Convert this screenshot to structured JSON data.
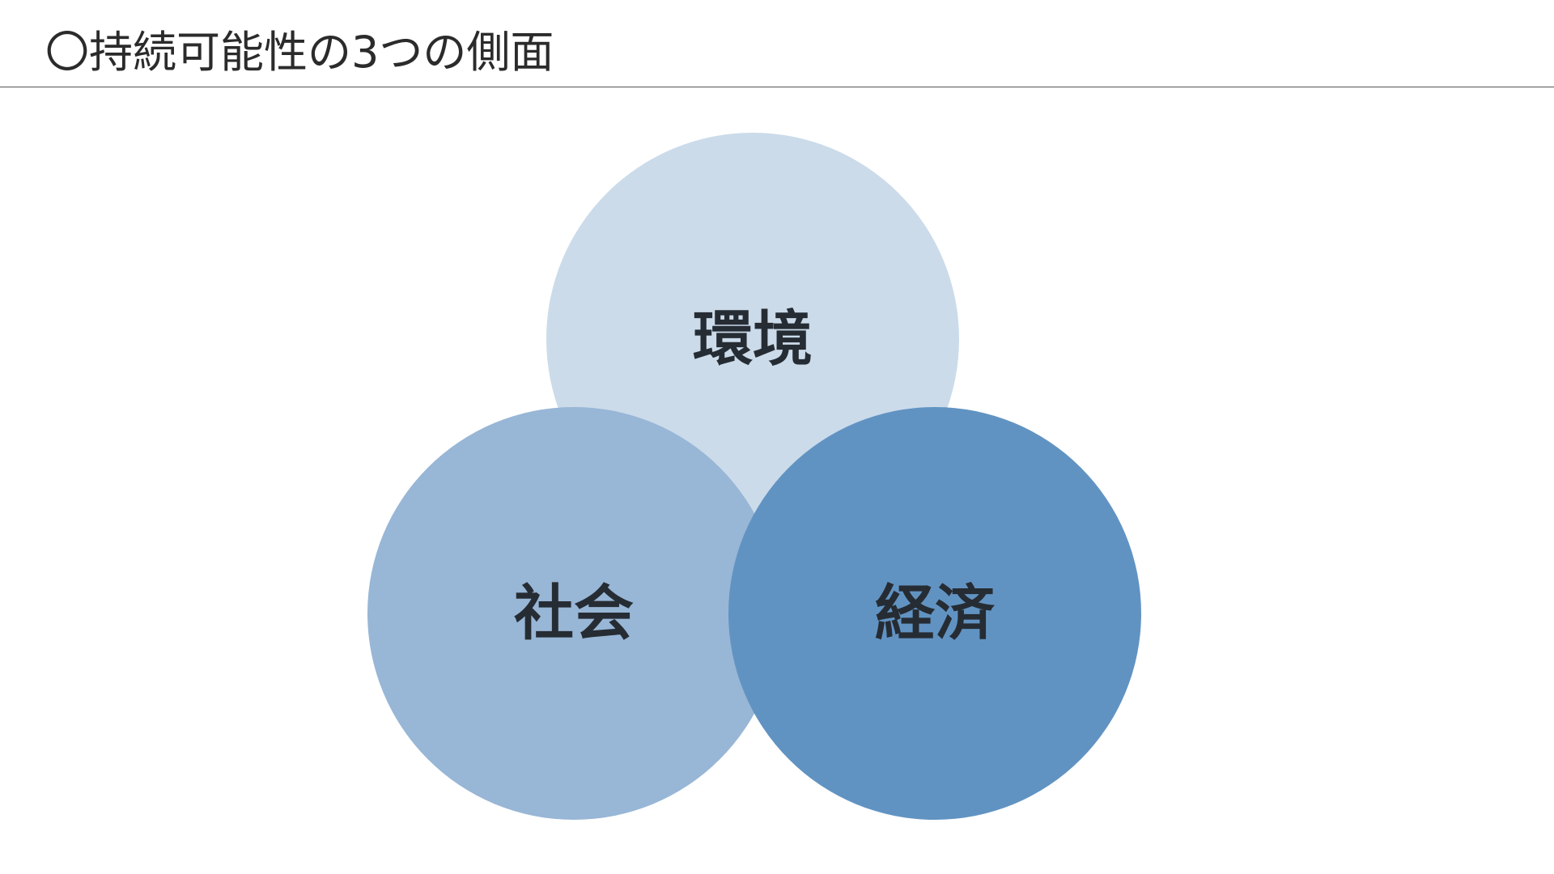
{
  "slide": {
    "title": "〇持続可能性の3つの側面"
  },
  "diagram": {
    "circles": [
      {
        "id": "environment",
        "label": "環境",
        "color": "#cbdbea"
      },
      {
        "id": "society",
        "label": "社会",
        "color": "#98b6d6"
      },
      {
        "id": "economy",
        "label": "経済",
        "color": "#6193c2"
      }
    ],
    "label_color": "#262c33"
  }
}
